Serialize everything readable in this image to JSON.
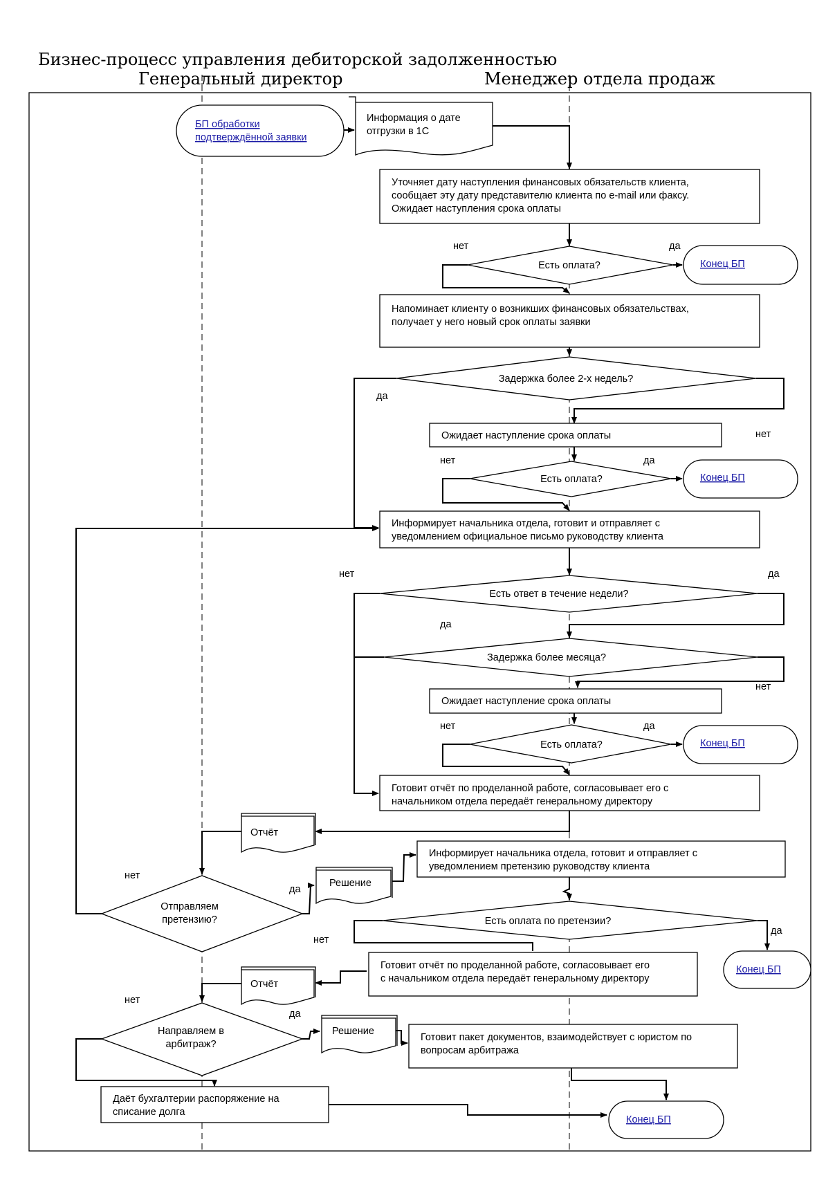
{
  "title": "Бизнес-процесс управления дебиторской задолженностью",
  "lanes": {
    "director": "Генеральный директор",
    "manager": "Менеджер отдела продаж"
  },
  "nodes": {
    "start_link": [
      "БП обработки",
      "подтверждённой заявки"
    ],
    "doc_ship_info": [
      "Информация о дате",
      "отгрузки в 1С"
    ],
    "p_clarify_date": [
      "Уточняет дату наступления финансовых обязательств клиента,",
      "сообщает эту дату представителю клиента по e-mail или факсу.",
      "Ожидает наступления срока оплаты"
    ],
    "d_payment_1": "Есть оплата?",
    "end_1": "Конец БП",
    "p_remind": [
      "Напоминает клиенту о возникших финансовых обязательствах,",
      "получает у него новый срок оплаты заявки"
    ],
    "d_delay_2w": "Задержка более 2-х недель?",
    "p_wait_1": "Ожидает наступление срока оплаты",
    "d_payment_2": "Есть оплата?",
    "end_2": "Конец БП",
    "p_inform_letter": [
      "Информирует начальника отдела, готовит и отправляет с",
      "уведомлением официальное письмо руководству клиента"
    ],
    "d_answer_week": "Есть ответ в течение недели?",
    "d_delay_month": "Задержка более месяца?",
    "p_wait_2": "Ожидает наступление срока оплаты",
    "d_payment_3": "Есть оплата?",
    "end_3": "Конец БП",
    "p_report_1": [
      "Готовит отчёт по проделанной работе, согласовывает его с",
      "начальником отдела передаёт генеральному директору"
    ],
    "doc_report_1": "Отчёт",
    "d_send_claim": [
      "Отправляем",
      "претензию?"
    ],
    "doc_decision_1": "Решение",
    "p_inform_claim": [
      "Информирует начальника отдела, готовит и отправляет с",
      "уведомлением претензию руководству клиента"
    ],
    "d_claim_payment": "Есть оплата по претензии?",
    "end_4": "Конец БП",
    "p_report_2": [
      "Готовит отчёт по проделанной работе, согласовывает его",
      "с начальником отдела передаёт генеральному директору"
    ],
    "doc_report_2": "Отчёт",
    "d_arbitration": [
      "Направляем в",
      "арбитраж?"
    ],
    "doc_decision_2": "Решение",
    "p_documents": [
      "Готовит пакет документов, взаимодействует с юристом по",
      "вопросам арбитража"
    ],
    "p_writeoff": [
      "Даёт бухгалтерии распоряжение на",
      "списание долга"
    ],
    "end_5": "Конец БП"
  },
  "edge_labels": {
    "yes": "да",
    "no": "нет"
  },
  "colors": {
    "line": "#000000",
    "link": "#1a1aa6",
    "background": "#ffffff"
  }
}
